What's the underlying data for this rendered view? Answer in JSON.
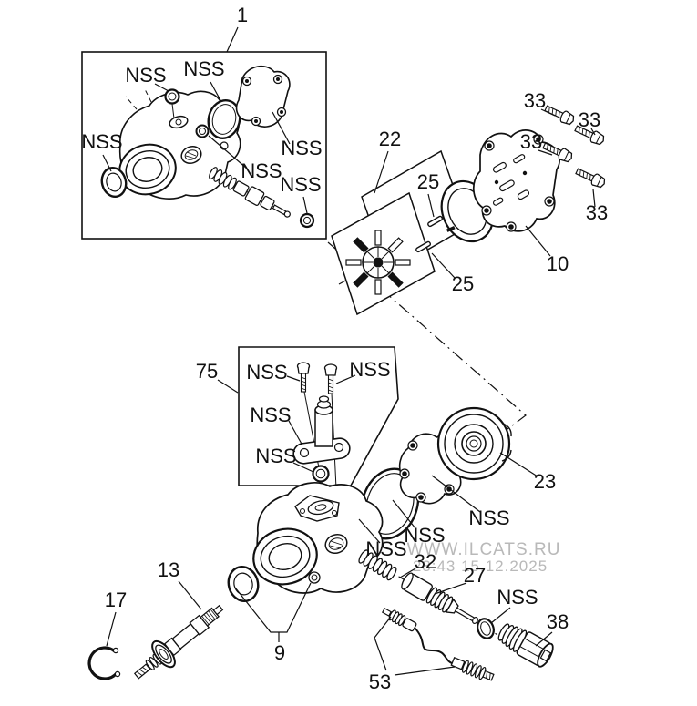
{
  "watermark": {
    "line1": "WWW.ILCATS.RU",
    "line2": "23:43 15.12.2025",
    "color": "#b9b9b9"
  },
  "colors": {
    "ink": "#111111",
    "background": "#ffffff"
  },
  "callouts": [
    {
      "text": "1"
    },
    {
      "text": "NSS"
    },
    {
      "text": "NSS"
    },
    {
      "text": "NSS"
    },
    {
      "text": "NSS"
    },
    {
      "text": "NSS"
    },
    {
      "text": "NSS"
    },
    {
      "text": "22"
    },
    {
      "text": "25"
    },
    {
      "text": "25"
    },
    {
      "text": "10"
    },
    {
      "text": "33"
    },
    {
      "text": "33"
    },
    {
      "text": "33"
    },
    {
      "text": "33"
    },
    {
      "text": "75"
    },
    {
      "text": "NSS"
    },
    {
      "text": "NSS"
    },
    {
      "text": "NSS"
    },
    {
      "text": "NSS"
    },
    {
      "text": "23"
    },
    {
      "text": "NSS"
    },
    {
      "text": "NSS"
    },
    {
      "text": "NSS"
    },
    {
      "text": "32"
    },
    {
      "text": "27"
    },
    {
      "text": "NSS"
    },
    {
      "text": "38"
    },
    {
      "text": "13"
    },
    {
      "text": "17"
    },
    {
      "text": "9"
    },
    {
      "text": "53"
    }
  ]
}
